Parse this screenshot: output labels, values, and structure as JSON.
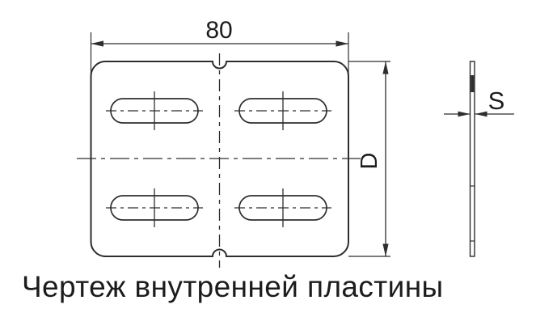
{
  "caption": "Чертеж внутренней пластины",
  "dimensions": {
    "width_label": "80",
    "height_label": "D",
    "thickness_label": "S"
  },
  "colors": {
    "line": "#2e2e2e",
    "text": "#1c1c1e",
    "background": "#ffffff"
  }
}
